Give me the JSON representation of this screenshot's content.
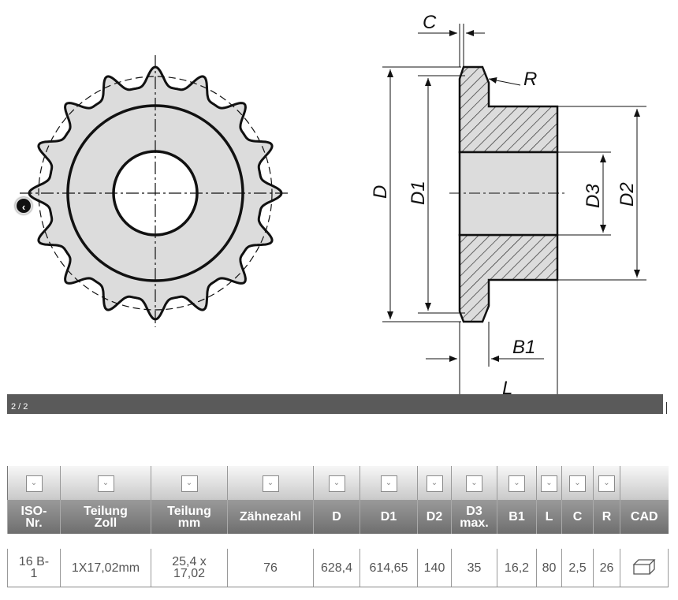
{
  "gallery": {
    "counter": "2 / 2",
    "prev_icon": "chevron-left-icon"
  },
  "drawing_labels": {
    "C": "C",
    "R": "R",
    "D": "D",
    "D1": "D1",
    "D2": "D2",
    "D3": "D3",
    "B1": "B1",
    "L": "L"
  },
  "table": {
    "headers": [
      "ISO-\nNr.",
      "Teilung\nZoll",
      "Teilung\nmm",
      "Zähnezahl",
      "D",
      "D1",
      "D2",
      "D3\nmax.",
      "B1",
      "L",
      "C",
      "R",
      "CAD"
    ],
    "filterable": [
      true,
      true,
      true,
      true,
      true,
      true,
      true,
      true,
      true,
      true,
      true,
      true,
      false
    ],
    "rows": [
      {
        "iso": "16 B-\n1",
        "zoll": "1X17,02mm",
        "mm": "25,4 x\n17,02",
        "zaehne": "76",
        "D": "628,4",
        "D1": "614,65",
        "D2": "140",
        "D3": "35",
        "B1": "16,2",
        "L": "80",
        "C": "2,5",
        "R": "26",
        "cad_icon": "3d-box-icon"
      }
    ]
  },
  "colors": {
    "part_fill": "#dcdcdc",
    "header_bg": "#7e7e7e",
    "bar_bg": "#5a5a5a"
  }
}
